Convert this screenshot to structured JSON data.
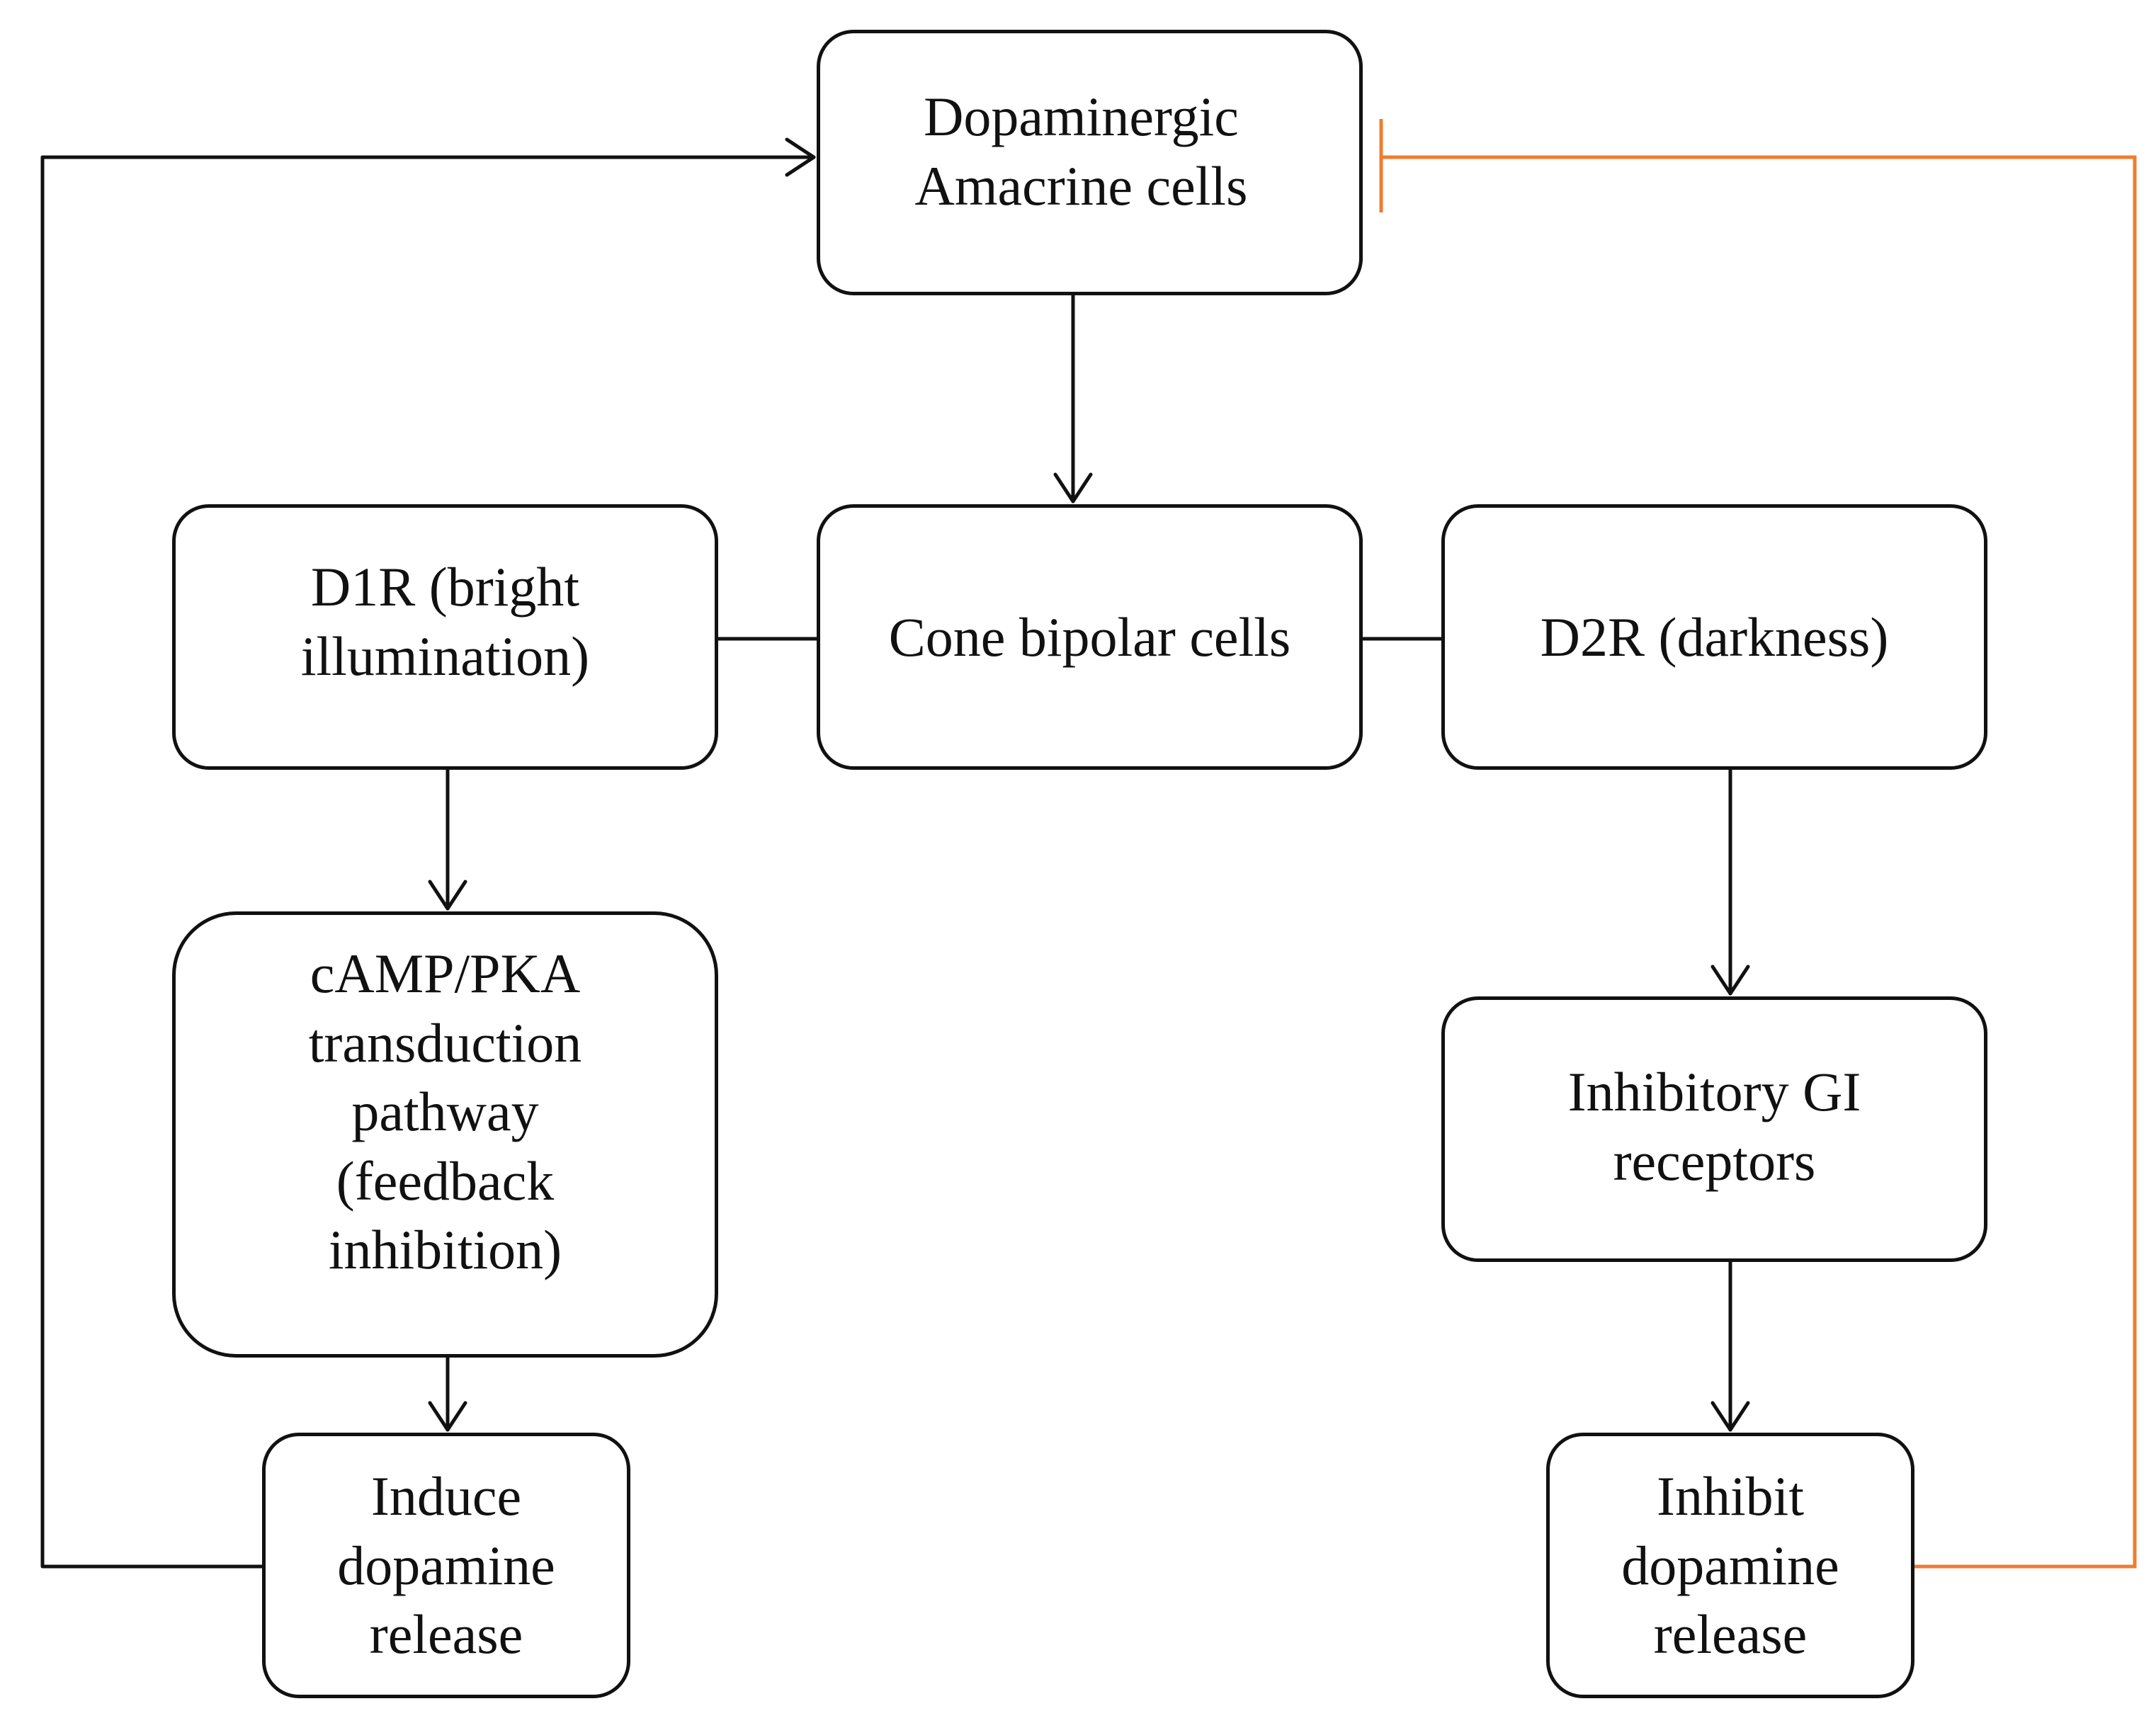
{
  "diagram": {
    "nodes": {
      "dopaminergic": "Dopaminergic\nAmacrine cells",
      "cone_bipolar": "Cone bipolar cells",
      "d1r": "D1R (bright\nillumination)",
      "d2r": "D2R (darkness)",
      "camp_pka": "cAMP/PKA\ntransduction\npathway\n(feedback\ninhibition)",
      "inhibitory_gi": "Inhibitory GI\nreceptors",
      "induce_release": "Induce\ndopamine\nrelease",
      "inhibit_release": "Inhibit\ndopamine\nrelease"
    },
    "colors": {
      "line": "#111111",
      "inhibition": "#ee7d2f"
    }
  }
}
